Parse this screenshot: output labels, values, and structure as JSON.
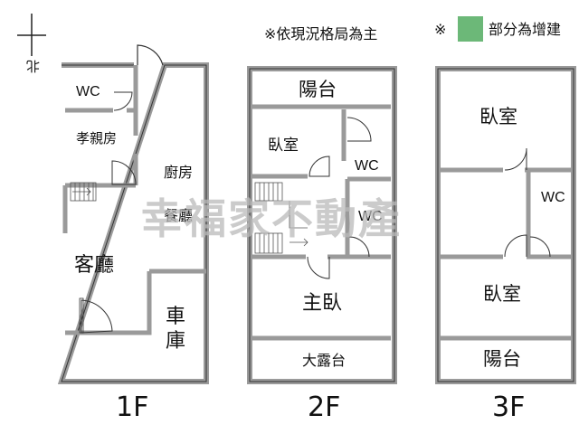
{
  "note_text": "※依現況格局為主",
  "legend": {
    "mark": "※",
    "text": "部分為增建",
    "swatch_color": "#6cb878"
  },
  "compass": {
    "label": "北"
  },
  "watermark": "幸福家不動產",
  "colors": {
    "wall": "#9a9a9a",
    "line": "#333333",
    "watermark": "#b9b9b9"
  },
  "floors": [
    {
      "label": "1F",
      "rooms": {
        "wc": "WC",
        "parent_room": "孝親房",
        "kitchen": "廚房",
        "dining": "餐廳",
        "living": "客廳",
        "garage_1": "車",
        "garage_2": "庫"
      }
    },
    {
      "label": "2F",
      "rooms": {
        "balcony": "陽台",
        "bedroom": "臥室",
        "wc_a": "WC",
        "wc_b": "WC",
        "master": "主臥",
        "terrace": "大露台"
      }
    },
    {
      "label": "3F",
      "rooms": {
        "bedroom_top": "臥室",
        "wc": "WC",
        "bedroom_bottom": "臥室",
        "balcony": "陽台"
      }
    }
  ]
}
